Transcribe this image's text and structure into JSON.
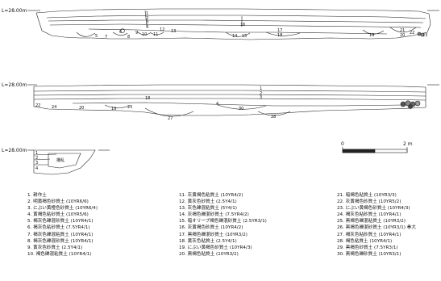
{
  "profiles": {
    "top": {
      "elevation_label": "L=28.00m",
      "layer_numbers": [
        "1",
        "2",
        "3",
        "4",
        "5",
        "6",
        "7",
        "8",
        "9",
        "10",
        "11",
        "12",
        "13",
        "14",
        "15",
        "16",
        "17",
        "18",
        "19",
        "20",
        "21",
        "22",
        "23"
      ]
    },
    "middle": {
      "elevation_label": "L=28.00m",
      "layer_numbers": [
        "1",
        "2",
        "3",
        "4",
        "18",
        "19",
        "20",
        "22",
        "24",
        "25",
        "27",
        "28",
        "30"
      ]
    },
    "bottom": {
      "elevation_label": "L=28.00m",
      "layer_numbers": [
        "1",
        "2",
        "3",
        "4"
      ],
      "annotation": "攪乱"
    }
  },
  "scale_bar": {
    "start_label": "0",
    "end_label": "2 m"
  },
  "legend": [
    "1. 耕作土",
    "2. 明黄褐色砂質土 (10YR6/6)",
    "3. にぶい黄橙色砂質土 (10YR6/4)",
    "4. 黄褐色粘砂質土 (10YR5/6)",
    "5. 褐灰色礫混砂質土 (10YR4/1)",
    "6. 褐灰色粘砂質土 (7.5YR4/1)",
    "7. 褐灰色礫混粘質土 (10YR4/1)",
    "8. 褐灰色礫混砂質土 (10YR4/1)",
    "9. 黄灰色砂質土 (2.5Y4/1)",
    "10. 褐色礫混粘質土 (10YR4/1)",
    "11. 灰黄褐色粘質土 (10YR4/2)",
    "12. 黄灰色砂質土 (2.5Y4/1)",
    "13. 灰色礫混粘質土 (5Y4/1)",
    "14. 灰褐色礫混砂質土 (7.5YR4/2)",
    "15. 暗オリーブ褐色礫混砂質土 (2.5YR3/1)",
    "16. 灰黄褐色砂質土 (10YR4/2)",
    "17. 黒褐色礫混砂質土 (10YR3/2)",
    "18. 黄灰色粘質土 (2.5Y4/1)",
    "19. にぶい黄褐色砂質土 (10YR4/3)",
    "20. 黒褐色粘質土 (10YR3/2)",
    "21. 暗褐色粘質土 (10YR3/3)",
    "22. 灰黄褐色砂質土 (10YR5/2)",
    "23. にぶい黄褐色砂質土 (10YR4/3)",
    "24. 褐灰色粘砂質土 (10YR4/1)",
    "25. 黒褐色礫混粘質土 (10YR3/2)",
    "26. 黒褐色礫混砂質土 (10YR3/1) 拳大",
    "27. 褐灰色粘砂質土 (10YR4/1)",
    "28. 褐色粘質土 (10YR4/1)",
    "29. 黒褐色砂質土 (7.5YR3/1)",
    "30. 黒褐色礫砂質土 (10YR3/1)"
  ]
}
